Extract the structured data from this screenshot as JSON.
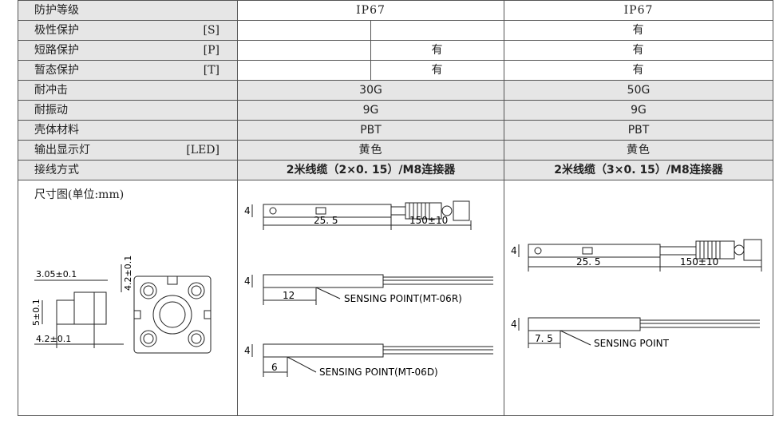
{
  "rows": [
    {
      "label": "防护等级",
      "code": "",
      "col2": "IP67",
      "col3": "IP67"
    },
    {
      "label": "极性保护",
      "code": "[S]",
      "col2a": "",
      "col2b": "",
      "col3": "有"
    },
    {
      "label": "短路保护",
      "code": "[P]",
      "col2a": "",
      "col2b": "有",
      "col3": "有"
    },
    {
      "label": "暂态保护",
      "code": "[T]",
      "col2a": "",
      "col2b": "有",
      "col3": "有"
    },
    {
      "label": "耐冲击",
      "code": "",
      "col2": "30G",
      "col3": "50G"
    },
    {
      "label": "耐振动",
      "code": "",
      "col2": "9G",
      "col3": "9G"
    },
    {
      "label": "壳体材料",
      "code": "",
      "col2": "PBT",
      "col3": "PBT"
    },
    {
      "label": "输出显示灯",
      "code": "[LED]",
      "col2": "黄色",
      "col3": "黄色"
    },
    {
      "label": "接线方式",
      "code": "",
      "col2": "2米线缆（2×0. 15）/M8连接器",
      "col3": "2米线缆（3×0. 15）/M8连接器"
    }
  ],
  "dimension": {
    "label": "尺寸图(单位:mm)",
    "left_dims": {
      "d1": "3.05±0.1",
      "d2": "4.2±0.1",
      "d3": "5±0.1",
      "d4": "4.2±0.1"
    },
    "mid": {
      "h1": "4",
      "len1": "25. 5",
      "len2": "150±10",
      "h2": "4",
      "len3": "12",
      "sense1": "SENSING POINT(MT-06R)",
      "h3": "4",
      "len4": "6",
      "sense2": "SENSING POINT(MT-06D)"
    },
    "right": {
      "h1": "4",
      "len1": "25. 5",
      "len2": "150±10",
      "h2": "4",
      "len3": "7. 5",
      "sense": "SENSING POINT"
    }
  }
}
